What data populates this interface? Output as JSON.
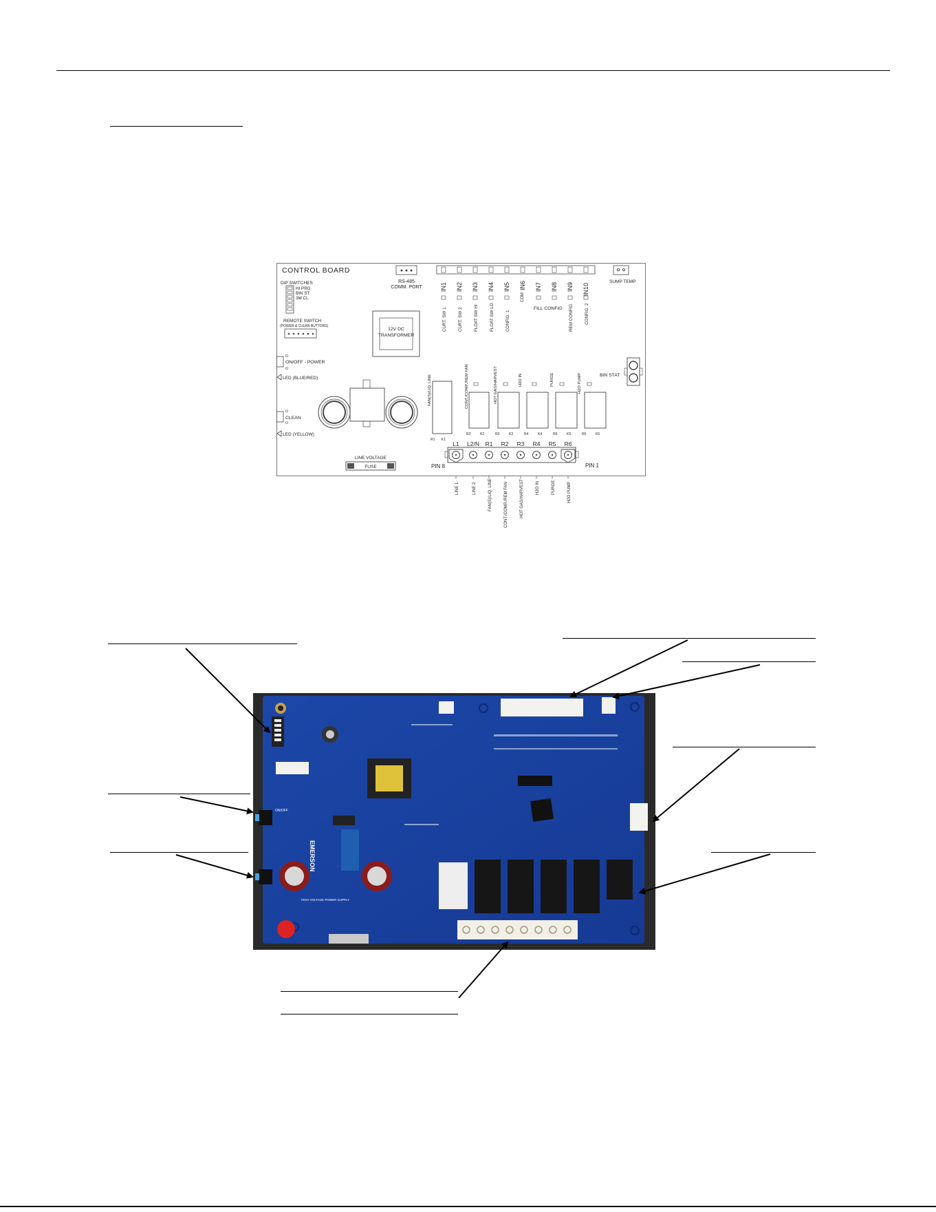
{
  "schematic": {
    "title": "CONTROL BOARD",
    "dip": {
      "label": "DIP SWITCHES",
      "options": [
        "HI PRG",
        "BIN ST",
        "3M CL"
      ]
    },
    "rs485": {
      "line1": "RS-485",
      "line2": "COMM. PORT"
    },
    "sump": "SUMP TEMP",
    "inputs": [
      "IN1",
      "IN2",
      "IN3",
      "IN4",
      "IN5",
      "COM",
      "IN6",
      "IN7",
      "IN8",
      "IN9",
      "IN10"
    ],
    "input_descs": [
      "CURT. SW 1",
      "CURT. SW 2",
      "FLOAT SW HI",
      "FLOAT SW LO",
      "CONFIG. 1",
      "REM CONFIG",
      "CONFIG. 2"
    ],
    "fill_config": "FILL CONFIG",
    "remote_switch": {
      "line1": "REMOTE SWITCH",
      "line2": "(POWER & CLEAN BUTTONS)"
    },
    "transformer": {
      "line1": "12V DC",
      "line2": "TRANSFORMER"
    },
    "power_switch": "ON/OFF - POWER",
    "led_power": "LED (BLUE/RED)",
    "clean_switch": "CLEAN",
    "led_clean": "LED (YELLOW)",
    "bin_stat": "BIN STAT",
    "relay_labels": [
      "FAN(S)/LIQ. LINE",
      "CONT./COMP./REM FAN",
      "HOT GAS/HARVEST",
      "H2O IN",
      "PURGE",
      "H2O PUMP"
    ],
    "relay_ids": [
      "K1",
      "K2",
      "K3",
      "K4",
      "K5",
      "K6"
    ],
    "terminals": [
      "L1",
      "L2/N",
      "R1",
      "R2",
      "R3",
      "R4",
      "R5",
      "R6"
    ],
    "pin8": "PIN 8",
    "pin1": "PIN 1",
    "line_voltage": "LINE VOLTAGE",
    "fuse": "FUSE",
    "terminal_descs": [
      "LINE 1",
      "LINE 2",
      "FAN(S)/LIQ. LINE",
      "CONT./COMP./REM FAN",
      "HOT GAS/HARVEST",
      "H2O IN",
      "PURGE",
      "H2O PUMP"
    ]
  },
  "photo": {
    "brand": "EMERSON",
    "button_label": "ON/OFF",
    "supply_label": "HIGH VOLTAGE POWER SUPPLY"
  }
}
